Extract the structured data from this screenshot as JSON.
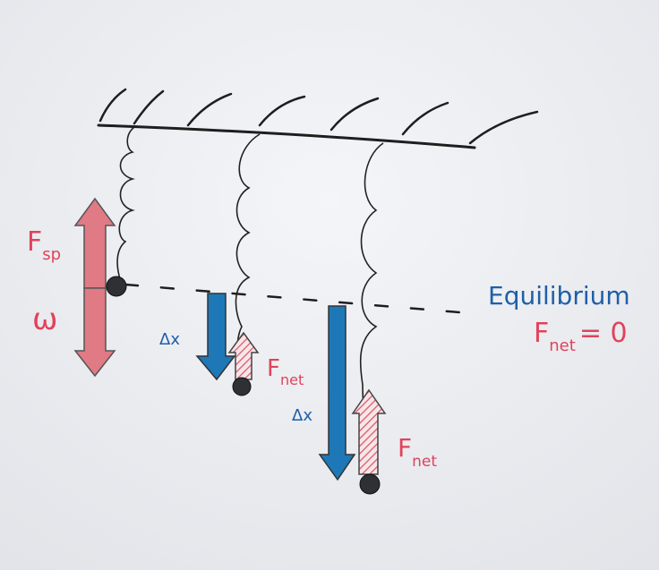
{
  "labels": {
    "spring_force": {
      "main": "F",
      "sub": "sp"
    },
    "weight": "ω",
    "displacement_1": "Δx",
    "net_force_1": {
      "main": "F",
      "sub": "net"
    },
    "displacement_2": "Δx",
    "net_force_2": {
      "main": "F",
      "sub": "net"
    },
    "equilibrium": "Equilibrium",
    "equilibrium_condition": {
      "main": "F",
      "sub": "net",
      "rest": "= 0"
    }
  },
  "colors": {
    "red_text": "#e0435a",
    "blue_text": "#1f5fa8",
    "red_arrow": "#e07a85",
    "blue_arrow": "#1e78b8",
    "ink": "#1e1e1e",
    "board": "#eceef2"
  }
}
